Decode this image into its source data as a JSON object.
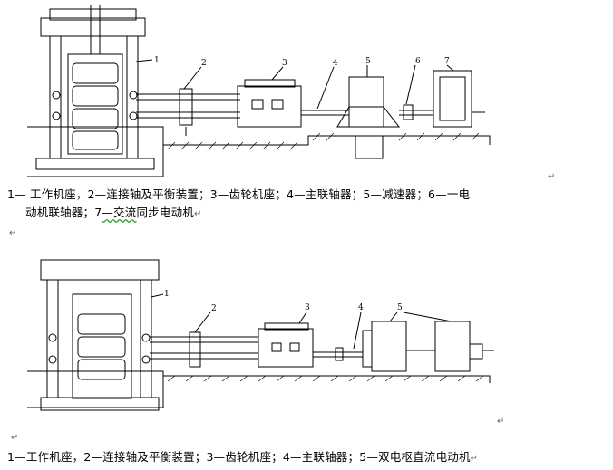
{
  "figure1": {
    "labels": [
      "1",
      "2",
      "3",
      "4",
      "5",
      "6",
      "7"
    ],
    "caption_line1": "1— 工作机座，2—连接轴及平衡装置；3—齿轮机座；4—主联轴器；5—减速器；6—一电",
    "caption_line2_a": "动机联轴器；7",
    "caption_line2_b": "—交流",
    "caption_line2_c": "同步电动机"
  },
  "figure2": {
    "labels": [
      "1",
      "2",
      "3",
      "4",
      "5"
    ],
    "caption": "1—工作机座，2—连接轴及平衡装置；3—齿轮机座；4—主联轴器；5—双电枢直流电动机"
  },
  "marks": {
    "return_mark": "↵",
    "para_mark": "↵"
  },
  "colors": {
    "line": "#000000",
    "hatch": "#000000",
    "underline": "#2a9a2a"
  }
}
